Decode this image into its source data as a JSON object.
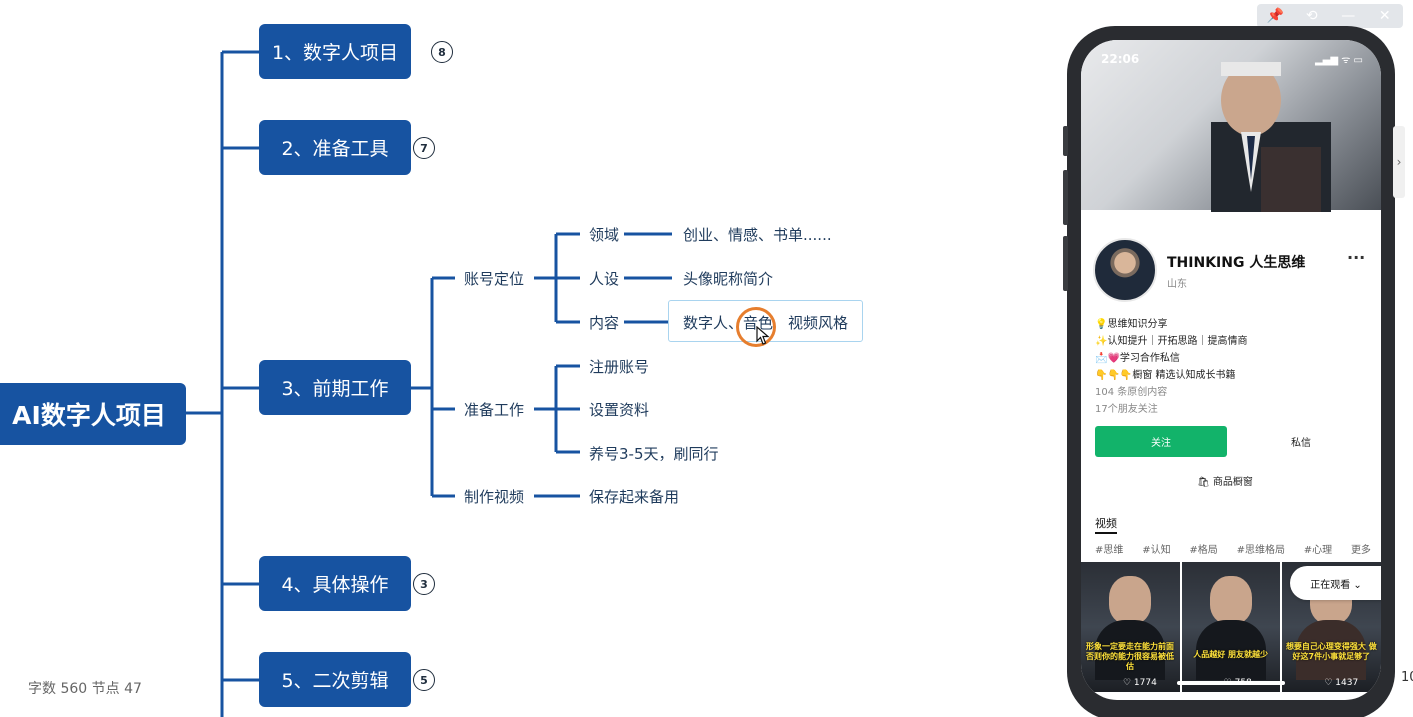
{
  "mindmap": {
    "root": "AI数字人项目",
    "nodes": [
      {
        "label": "1、数字人项目",
        "badge": "8"
      },
      {
        "label": "2、准备工具",
        "badge": "7"
      },
      {
        "label": "3、前期工作",
        "badge": ""
      },
      {
        "label": "4、具体操作",
        "badge": "3"
      },
      {
        "label": "5、二次剪辑",
        "badge": "5"
      }
    ],
    "groups": {
      "account_positioning": "账号定位",
      "preparation": "准备工作",
      "make_video": "制作视频"
    },
    "leaves": {
      "domain": "领域",
      "domain_detail": "创业、情感、书单......",
      "persona": "人设",
      "persona_detail": "头像昵称简介",
      "content": "内容",
      "content_detail_1": "数字人、",
      "content_detail_2": "音色",
      "content_detail_3": "视频风格",
      "register": "注册账号",
      "setup": "设置资料",
      "nurture": "养号3-5天，刷同行",
      "save": "保存起来备用"
    },
    "status": "字数 560    节点 47"
  },
  "phone": {
    "time": "22:06",
    "status_icons": "▂▄▆ ᯤ ▭",
    "profile_name": "THINKING 人生思维",
    "location": "山东",
    "more": "···",
    "bio": [
      "💡思维知识分享",
      "✨认知提升｜开拓思路｜提高情商",
      "📩💗学习合作私信",
      "👇👇👇橱窗   精选认知成长书籍"
    ],
    "original_count": "104 条原创内容",
    "friends_follow": "17个朋友关注",
    "follow_label": "关注",
    "message_label": "私信",
    "shop_label": "商品橱窗",
    "tab_video": "视频",
    "tags": [
      "#思维",
      "#认知",
      "#格局",
      "#思维格局",
      "#心理",
      "更多"
    ],
    "watching_label": "正在观看 ⌄",
    "thumbs": [
      {
        "caption": "形象一定要走在能力前面 否则你的能力很容易被低估",
        "likes": "♡ 1774"
      },
      {
        "caption": "人品越好 朋友就越少",
        "likes": "♡ 758"
      },
      {
        "caption": "想要自己心理变得强大 做好这7件小事就足够了",
        "likes": "♡ 1437"
      }
    ]
  },
  "edge_text": "10",
  "colors": {
    "node_blue": "#1753a1",
    "follow_green": "#12b36a",
    "cursor_orange": "#e67e2e"
  }
}
